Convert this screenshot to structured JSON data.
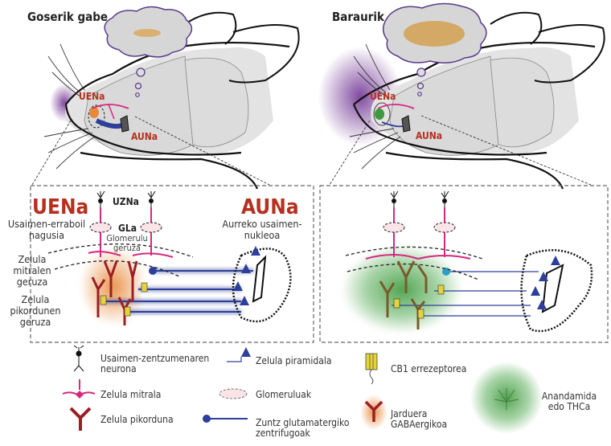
{
  "panels": {
    "left": {
      "title": "Goserik gabe",
      "uena": "UENa",
      "auna": "AUNa"
    },
    "right": {
      "title": "Baraurik",
      "uena": "UENa",
      "auna": "AUNa"
    }
  },
  "detail": {
    "uena_title": "UENa",
    "uena_sub": "Usaimen-erraboil nagusia",
    "uzna": "UZNa",
    "gla": "GLa",
    "glomerulu": "Glomerulu geruza",
    "mitral_layer": "Zelula mitralen geruza",
    "granule_layer": "Zelula pikordunen geruza",
    "auna_title": "AUNa",
    "auna_sub": "Aurreko usaimen-nukleoa"
  },
  "legend": {
    "items": [
      {
        "id": "osn",
        "label": "Usaimen-zentzumenaren neurona"
      },
      {
        "id": "pyramidal",
        "label": "Zelula piramidala"
      },
      {
        "id": "cb1",
        "label": "CB1 errezeptorea"
      },
      {
        "id": "mitral",
        "label": "Zelula mitrala"
      },
      {
        "id": "glomeruli",
        "label": "Glomeruluak"
      },
      {
        "id": "gaba",
        "label": "Jarduera GABAergikoa"
      },
      {
        "id": "granule",
        "label": "Zelula pikorduna"
      },
      {
        "id": "fibers",
        "label": "Zuntz glutamatergiko zentrifugoak"
      },
      {
        "id": "anandamide",
        "label": "Anandamida edo THCa"
      }
    ]
  },
  "colors": {
    "accent_red": "#b5301f",
    "mitral": "#d6287f",
    "granule": "#9a1f24",
    "fiber_blue": "#2e3f9a",
    "purple": "#7a3c9a",
    "green": "#3e9a3e",
    "orange": "#e8893a",
    "brain_gray": "#e3e3e3"
  }
}
